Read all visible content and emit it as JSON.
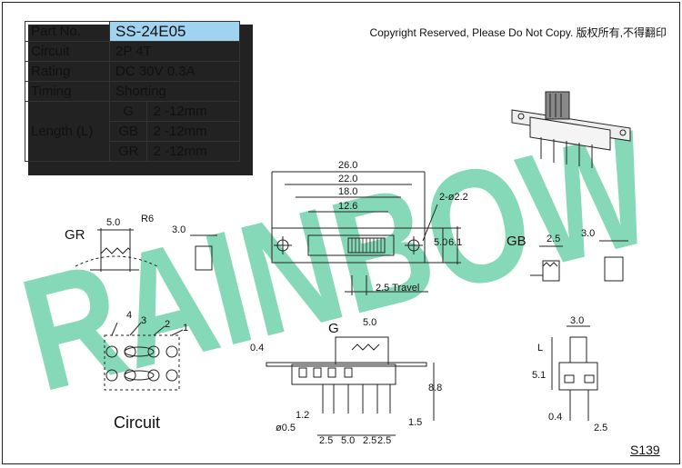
{
  "spec_table": {
    "part_no_label": "Part No.",
    "part_no_value": "SS-24E05",
    "circuit_label": "Circuit",
    "circuit_value": "2P 4T",
    "rating_label": "Rating",
    "rating_value": "DC 30V 0.3A",
    "timing_label": "Timing",
    "timing_value": "Shorting",
    "length_label": "Length (L)",
    "length_rows": [
      {
        "code": "G",
        "value": "2 -12mm"
      },
      {
        "code": "GB",
        "value": "2 -12mm"
      },
      {
        "code": "GR",
        "value": "2 -12mm"
      }
    ]
  },
  "copyright": "Copyright Reserved, Please Do Not Copy. 版权所有,不得翻印",
  "watermark": "RAINBOW",
  "dims": {
    "d26": "26.0",
    "d22": "22.0",
    "d18": "18.0",
    "d126": "12.6",
    "holes": "2-ø2.2",
    "d50": "5.0",
    "d61": "6.1",
    "travel": "2.5 Travel",
    "gr": "GR",
    "gr_50": "5.0",
    "r6": "R6",
    "gr_30": "3.0",
    "gb": "GB",
    "gb_25": "2.5",
    "gb_30": "3.0",
    "g": "G",
    "g_50": "5.0",
    "d04": "0.4",
    "d88": "8.8",
    "d12": "1.2",
    "d05": "ø0.5",
    "d15": "1.5",
    "b1": "2.5",
    "b2": "5.0",
    "b3": "2.5",
    "b4": "2.5",
    "s30": "3.0",
    "sL": "L",
    "s51": "5.1",
    "s04": "0.4",
    "s25": "2.5",
    "pin4": "4",
    "pin3": "3",
    "pin2": "2",
    "pin1": "1"
  },
  "circuit_title": "Circuit",
  "page_code": "S139",
  "colors": {
    "highlight": "#9fd3f0",
    "watermark": "#7fd7b4"
  }
}
